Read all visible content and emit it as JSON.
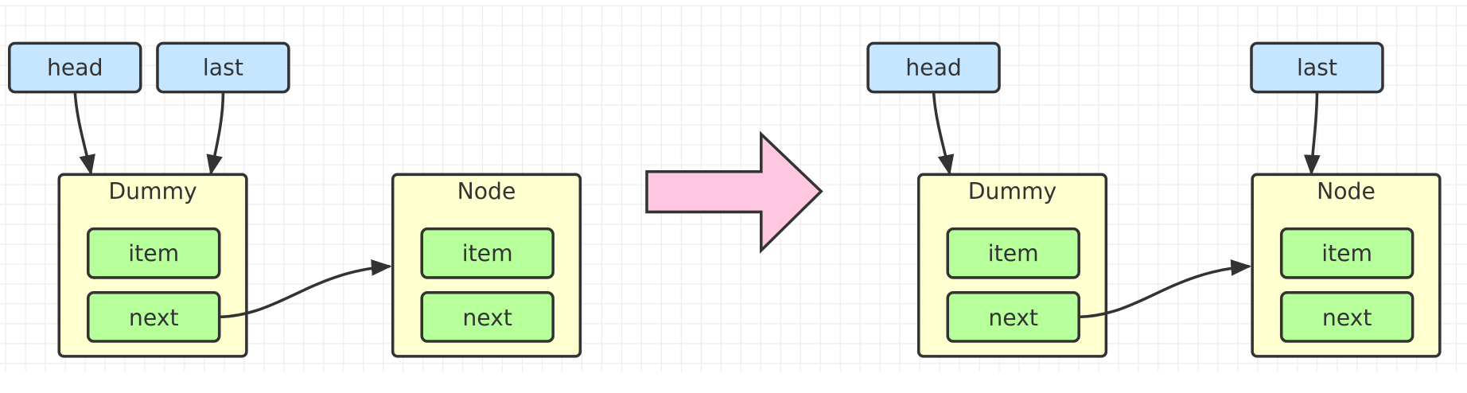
{
  "colors": {
    "pointer": "#c6e6ff",
    "node": "#ffffd0",
    "field": "#b6ff9a",
    "transition_arrow": "#ffc8e0",
    "stroke": "#333333"
  },
  "before": {
    "head_label": "head",
    "last_label": "last",
    "dummy": {
      "title": "Dummy",
      "item": "item",
      "next": "next"
    },
    "node": {
      "title": "Node",
      "item": "item",
      "next": "next"
    }
  },
  "after": {
    "head_label": "head",
    "last_label": "last",
    "dummy": {
      "title": "Dummy",
      "item": "item",
      "next": "next"
    },
    "node": {
      "title": "Node",
      "item": "item",
      "next": "next"
    }
  }
}
